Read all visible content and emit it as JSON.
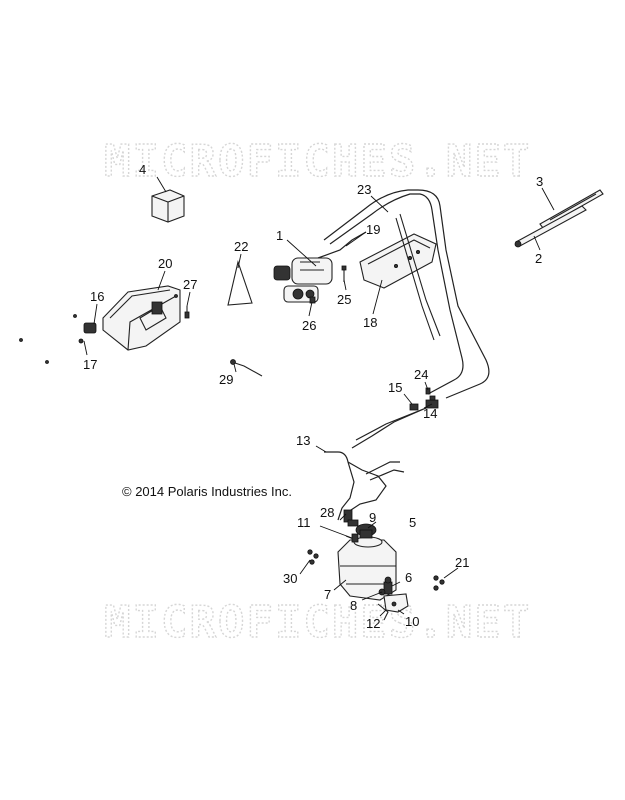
{
  "watermark": {
    "text": "MICROFICHES.NET"
  },
  "copyright": "© 2014 Polaris Industries Inc.",
  "callouts": {
    "c1": "1",
    "c2": "2",
    "c3": "3",
    "c4": "4",
    "c5": "5",
    "c6": "6",
    "c7": "7",
    "c8": "8",
    "c9": "9",
    "c10": "10",
    "c11": "11",
    "c12": "12",
    "c13": "13",
    "c14": "14",
    "c15": "15",
    "c16": "16",
    "c17": "17",
    "c18": "18",
    "c19": "19",
    "c20": "20",
    "c21": "21",
    "c22": "22",
    "c23": "23",
    "c24": "24",
    "c25": "25",
    "c26": "26",
    "c27": "27",
    "c28": "28",
    "c29": "29",
    "c30": "30"
  }
}
